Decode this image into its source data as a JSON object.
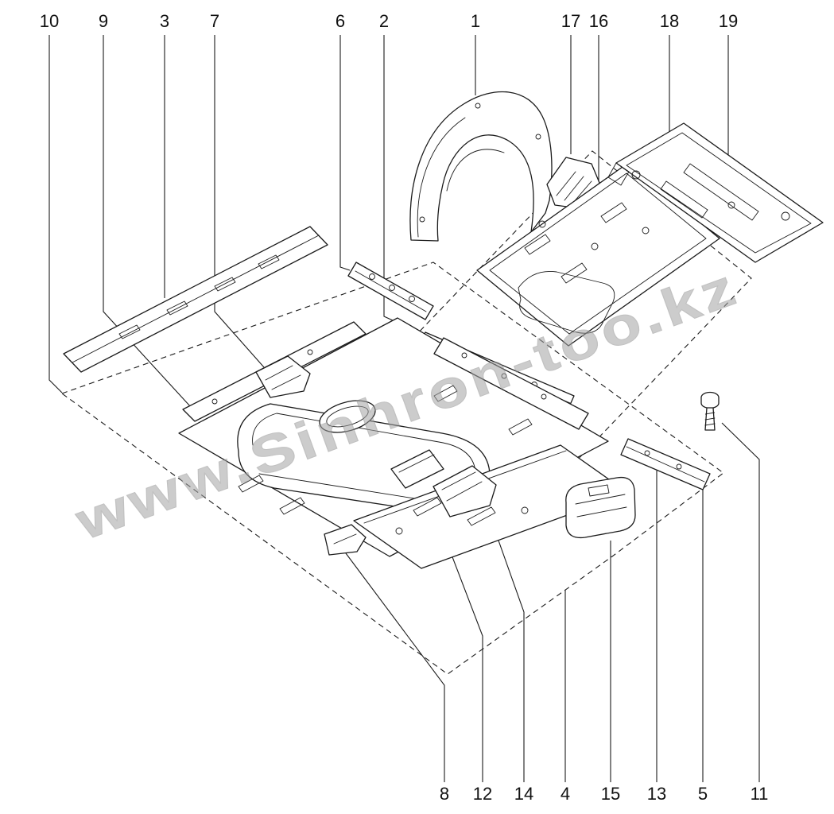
{
  "diagram": {
    "watermark": "www.Sinhron-too.kz",
    "callouts": {
      "top": [
        "10",
        "9",
        "3",
        "7",
        "6",
        "2",
        "1",
        "17",
        "16",
        "18",
        "19"
      ],
      "bottom": [
        "8",
        "12",
        "14",
        "4",
        "15",
        "13",
        "5",
        "11"
      ]
    }
  },
  "colors": {
    "line": "#1b1b1b",
    "watermark": "#a3a3a3",
    "background": "#ffffff"
  }
}
